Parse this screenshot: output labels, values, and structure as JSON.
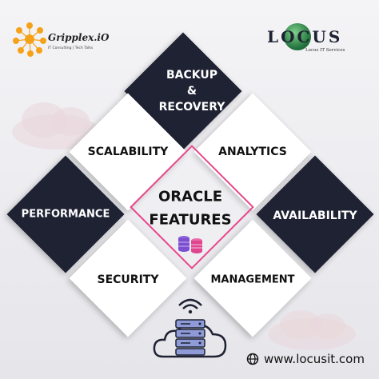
{
  "brand_left": {
    "name": "Gripplex.iO",
    "tagline": "IT Consulting | Tech Talks"
  },
  "brand_right": {
    "name": "LOCUS",
    "tagline": "Locus IT Services"
  },
  "center": {
    "line1": "ORACLE",
    "line2": "FEATURES"
  },
  "features": {
    "top": "BACKUP\n&\nRECOVERY",
    "scalability": "SCALABILITY",
    "analytics": "ANALYTICS",
    "performance": "PERFORMANCE",
    "availability": "AVAILABILITY",
    "security": "SECURITY",
    "management": "MANAGEMENT"
  },
  "footer": {
    "url": "www.locusit.com"
  },
  "colors": {
    "dark": "#1e2233",
    "accent": "#e8458a",
    "orange": "#f5a21a",
    "locus_green": "#2e8b57"
  },
  "icons": [
    "database-icon",
    "cloud-server-icon",
    "wifi-icon",
    "globe-icon"
  ]
}
